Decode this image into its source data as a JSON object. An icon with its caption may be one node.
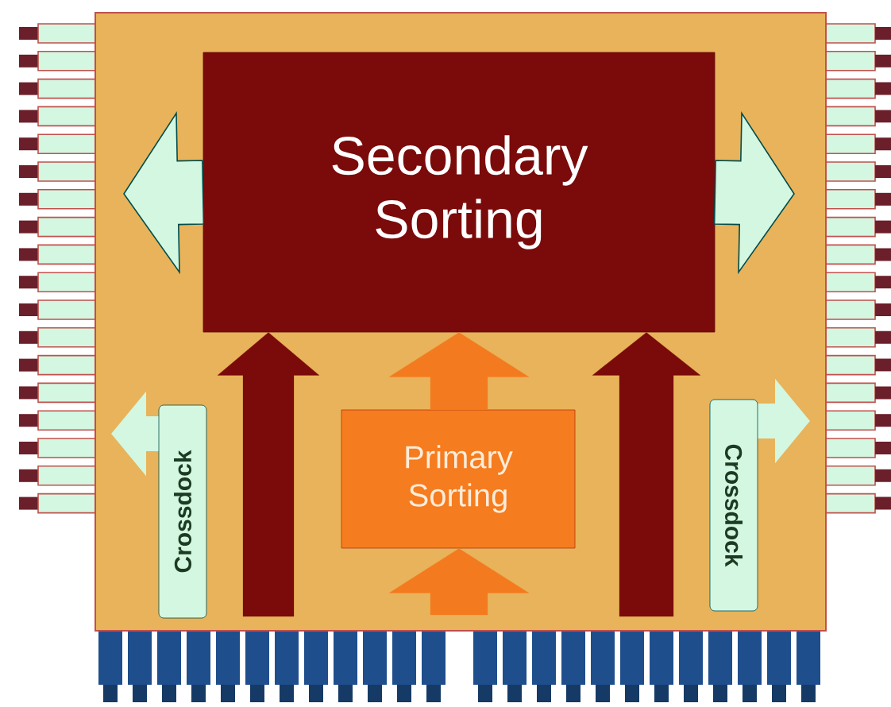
{
  "diagram": {
    "nodes": [
      {
        "text": [],
        "shape": "box"
      },
      {
        "text": [
          "Secondary Sorting"
        ],
        "in": 0
      },
      {
        "text": [
          "Primary Sorting"
        ],
        "in": 0
      },
      {
        "text": [
          "Crossdock"
        ],
        "in": 0
      },
      {
        "text": [
          "Crossdock"
        ],
        "in": 0
      }
    ],
    "edges": [
      {
        "from": 2,
        "to": 1,
        "arrow": "to",
        "color": "#f47a1f"
      },
      {
        "from": null,
        "to": 2,
        "arrow": "to",
        "color": "#f47a1f"
      },
      {
        "from": null,
        "to": 1,
        "arrow": "to",
        "color": "#7b0a0a"
      },
      {
        "from": null,
        "to": 1,
        "arrow": "to",
        "color": "#7b0a0a"
      },
      {
        "from": 1,
        "to": null,
        "arrow": "to",
        "color": "#d3f7e1"
      },
      {
        "from": 1,
        "to": null,
        "arrow": "to",
        "color": "#d3f7e1"
      }
    ]
  }
}
